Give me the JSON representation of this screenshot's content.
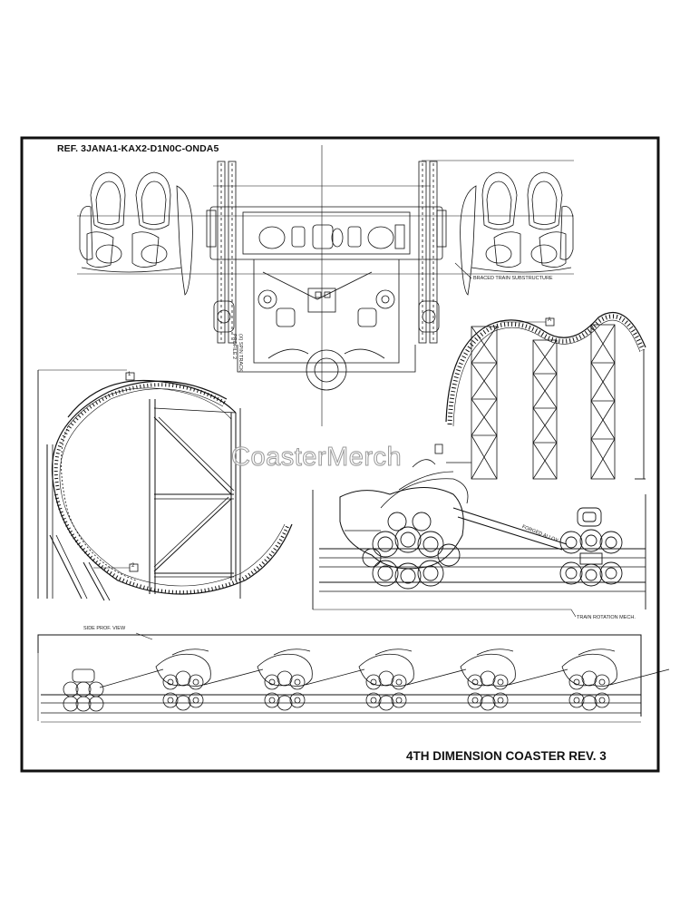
{
  "sheet": {
    "reference": "REF. 3JANA1-KAX2-D1N0C-ONDA5",
    "title": "4TH DIMENSION COASTER REV. 3",
    "watermark": "CoasterMerch"
  },
  "callouts": {
    "braced_train": "BRACED TRAIN SUBSTRUCTURE",
    "spin_track": "(X) SPIN TRACK",
    "profile": "PROFILE 2",
    "forged_alloy": "FORGED ALLOY",
    "train_rotation": "TRAIN ROTATION MECH.",
    "side_profile": "SIDE PROF. VIEW"
  },
  "markers": {
    "loop_marker_1": "1",
    "loop_marker_2": "2",
    "hill_marker": "A"
  },
  "colors": {
    "ink": "#111111",
    "paper": "#ffffff",
    "watermark_outline": "#9a9a9a"
  }
}
